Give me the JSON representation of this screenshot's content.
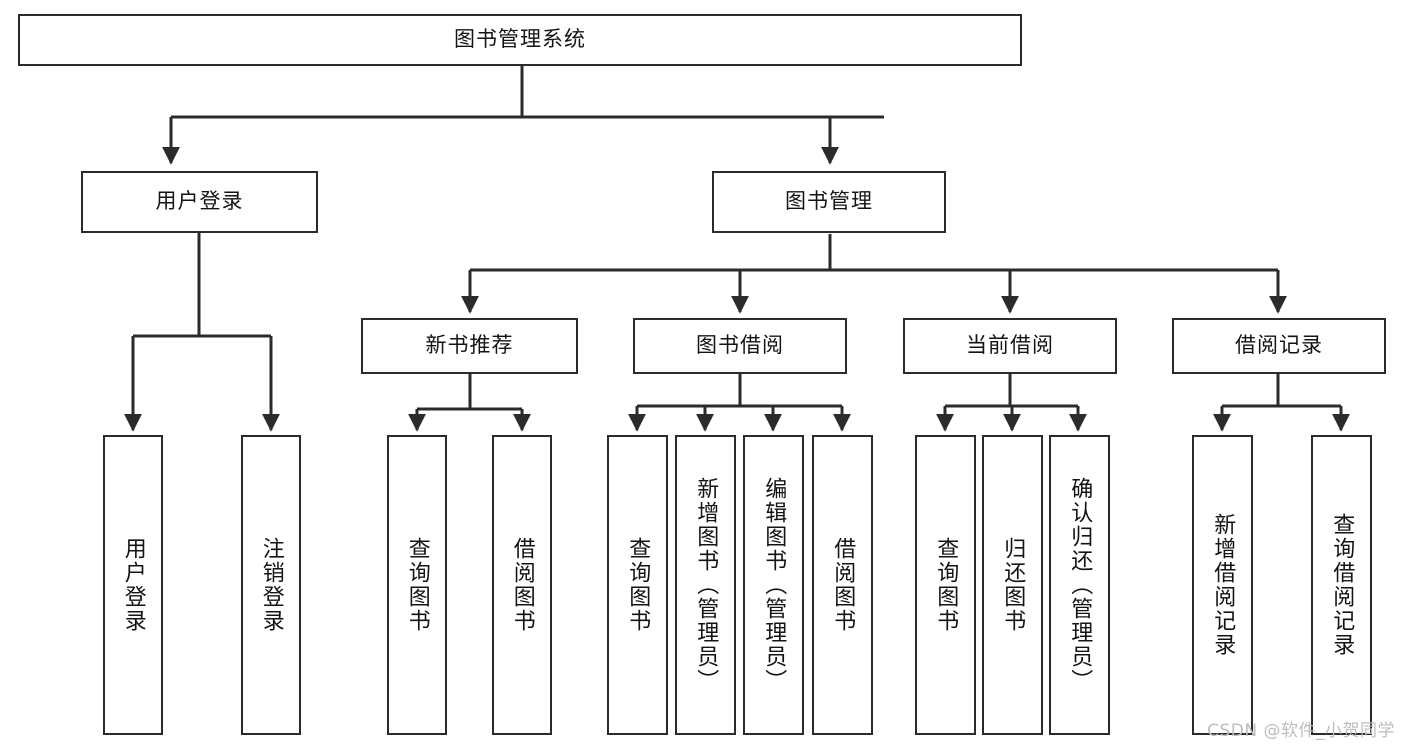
{
  "diagram": {
    "type": "hierarchy-tree",
    "title": "图书管理系统",
    "levels": 4,
    "colors": {
      "box_border": "#2b2b2b",
      "box_fill": "#ffffff",
      "connector": "#2b2b2b",
      "text": "#141414",
      "watermark": "#bdbdbd"
    },
    "root": {
      "label": "图书管理系统"
    },
    "level2": [
      {
        "id": "user-login",
        "label": "用户登录"
      },
      {
        "id": "book-manage",
        "label": "图书管理"
      }
    ],
    "level3": [
      {
        "id": "new-book-recommend",
        "label": "新书推荐",
        "parent": "book-manage"
      },
      {
        "id": "book-borrow",
        "label": "图书借阅",
        "parent": "book-manage"
      },
      {
        "id": "current-borrow",
        "label": "当前借阅",
        "parent": "book-manage"
      },
      {
        "id": "borrow-record",
        "label": "借阅记录",
        "parent": "book-manage"
      }
    ],
    "leaves": {
      "user_login": [
        {
          "id": "leaf-user-login",
          "label": "用户登录"
        },
        {
          "id": "leaf-user-logout",
          "label": "注销登录"
        }
      ],
      "new_book_recommend": [
        {
          "id": "leaf-query-book-1",
          "label": "查询图书"
        },
        {
          "id": "leaf-borrow-book-1",
          "label": "借阅图书"
        }
      ],
      "book_borrow": [
        {
          "id": "leaf-query-book-2",
          "label": "查询图书"
        },
        {
          "id": "leaf-add-book",
          "label": "新增图书（管理员）"
        },
        {
          "id": "leaf-edit-book",
          "label": "编辑图书（管理员）"
        },
        {
          "id": "leaf-borrow-book-2",
          "label": "借阅图书"
        }
      ],
      "current_borrow": [
        {
          "id": "leaf-query-book-3",
          "label": "查询图书"
        },
        {
          "id": "leaf-return-book",
          "label": "归还图书"
        },
        {
          "id": "leaf-confirm-return",
          "label": "确认归还（管理员）"
        }
      ],
      "borrow_record": [
        {
          "id": "leaf-add-record",
          "label": "新增借阅记录"
        },
        {
          "id": "leaf-query-record",
          "label": "查询借阅记录"
        }
      ]
    }
  },
  "watermark": {
    "text": "CSDN @软件_小贺同学"
  }
}
